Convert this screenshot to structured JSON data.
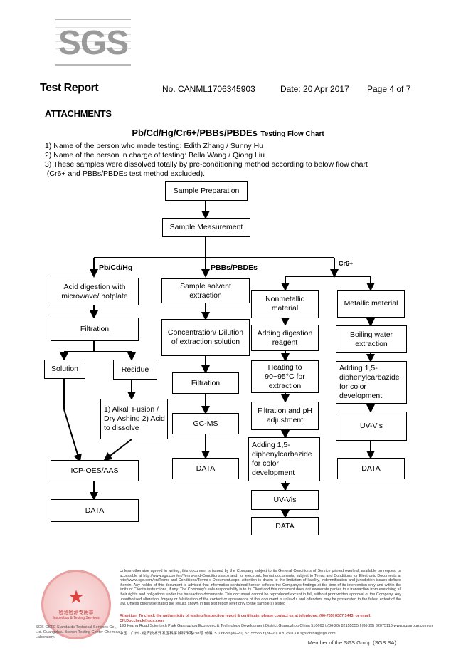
{
  "logo": {
    "text": "SGS"
  },
  "header": {
    "title": "Test Report",
    "report_no": "No. CANML1706345903",
    "date": "Date: 20 Apr 2017",
    "page": "Page 4 of 7"
  },
  "attachments_heading": "ATTACHMENTS",
  "chart_title": {
    "main": "Pb/Cd/Hg/Cr6+/PBBs/PBDEs",
    "suffix": "Testing Flow Chart"
  },
  "notes": {
    "line1": "1) Name of the person who made testing: Edith Zhang / Sunny Hu",
    "line2": "2) Name of the person in charge of testing: Bella Wang / Qiong Liu",
    "line3": "3) These samples were dissolved totally by pre-conditioning method according to below flow chart",
    "line4": " (Cr6+ and PBBs/PBDEs test method excluded)."
  },
  "flow": {
    "sample_prep": "Sample Preparation",
    "sample_meas": "Sample Measurement",
    "branch_metals": "Pb/Cd/Hg",
    "branch_pbbs": "PBBs/PBDEs",
    "branch_cr": "Cr6+",
    "acid_digestion": "Acid digestion with microwave/ hotplate",
    "filtration_a": "Filtration",
    "solution": "Solution",
    "residue": "Residue",
    "alkali": "1) Alkali Fusion / Dry Ashing 2) Acid to dissolve",
    "icp": "ICP-OES/AAS",
    "data_a": "DATA",
    "solvent": "Sample solvent extraction",
    "concentration": "Concentration/ Dilution of extraction solution",
    "filtration_b": "Filtration",
    "gcms": "GC-MS",
    "data_b": "DATA",
    "nonmetallic": "Nonmetallic material",
    "digestion_reagent": "Adding digestion reagent",
    "heating": "Heating to 90~95°C for extraction",
    "ph": "Filtration and pH adjustment",
    "dpc_c": "Adding 1,5-diphenylcarbazide for color development",
    "uvvis_c": "UV-Vis",
    "data_c": "DATA",
    "metallic": "Metallic material",
    "boiling": "Boiling water extraction",
    "dpc_d": "Adding 1,5-diphenylcarbazide for color development",
    "uvvis_d": "UV-Vis",
    "data_d": "DATA"
  },
  "footer": {
    "terms": "Unless otherwise agreed in writing, this document is issued by the Company subject to its General Conditions of Service printed overleaf, available on request or accessible at http://www.sgs.com/en/Terms-and-Conditions.aspx and, for electronic format documents, subject to Terms and Conditions for Electronic Documents at http://www.sgs.com/en/Terms-and-Conditions/Terms-e-Document.aspx. Attention is drawn to the limitation of liability, indemnification and jurisdiction issues defined therein. Any holder of this document is advised that information contained hereon reflects the Company's findings at the time of its intervention only and within the limits of Client's instructions, if any. The Company's sole responsibility is to its Client and this document does not exonerate parties to a transaction from exercising all their rights and obligations under the transaction documents. This document cannot be reproduced except in full, without prior written approval of the Company. Any unauthorized alteration, forgery or falsification of the content or appearance of this document is unlawful and offenders may be prosecuted to the fullest extent of the law. Unless otherwise stated the results shown in this test report refer only to the sample(s) tested .",
    "attention": "Attention: To check the authenticity of testing /inspection report & certificate, please contact us at telephone: (86-755) 8307 1443, or email: CN.Doccheck@sgs.com",
    "address_en": "198 Kezhu Road,Scientech Park Guangzhou Economic & Technology Development District,Guangzhou,China   510663   t (86-20) 82155555   f (86-20) 82075113   www.sgsgroup.com.cn",
    "address_cn": "中国 · 广州 · 经济技术开发区科学城科珠路198号          邮编: 510663   t (86-20) 82155555   f (86-20) 82075113   e sgs.china@sgs.com",
    "seal_inner": "检验检测专用章",
    "seal_inner_en": "Inspection & Testing Services",
    "seal_foot": "SGS-CSTC Standards Technical Services Co., Ltd. Guangzhou Branch Testing Center Chemical Laboratory.",
    "member": "Member of the SGS Group (SGS SA)"
  }
}
